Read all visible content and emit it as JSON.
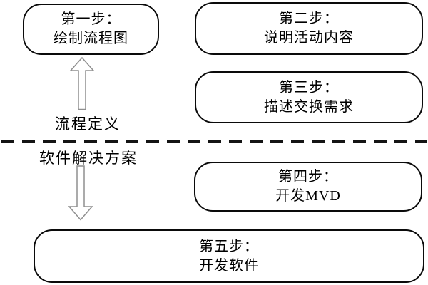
{
  "diagram": {
    "steps": [
      {
        "title": "第一步：",
        "desc": "绘制流程图"
      },
      {
        "title": "第二步：",
        "desc": "说明活动内容"
      },
      {
        "title": "第三步：",
        "desc": "描述交换需求"
      },
      {
        "title": "第四步：",
        "desc": "开发MVD"
      },
      {
        "title": "第五步：",
        "desc": "开发软件"
      }
    ],
    "zone_labels": {
      "top": "流程定义",
      "bottom": "软件解决方案"
    },
    "icons": {
      "up_arrow": "up-arrow-icon",
      "down_arrow": "down-arrow-icon"
    },
    "colors": {
      "background": "#ffffff",
      "box_border": "#0a0a0a",
      "text": "#000000",
      "arrow_outline": "#8f8f8f",
      "arrow_fill": "#ffffff",
      "divider": "#141414"
    }
  }
}
